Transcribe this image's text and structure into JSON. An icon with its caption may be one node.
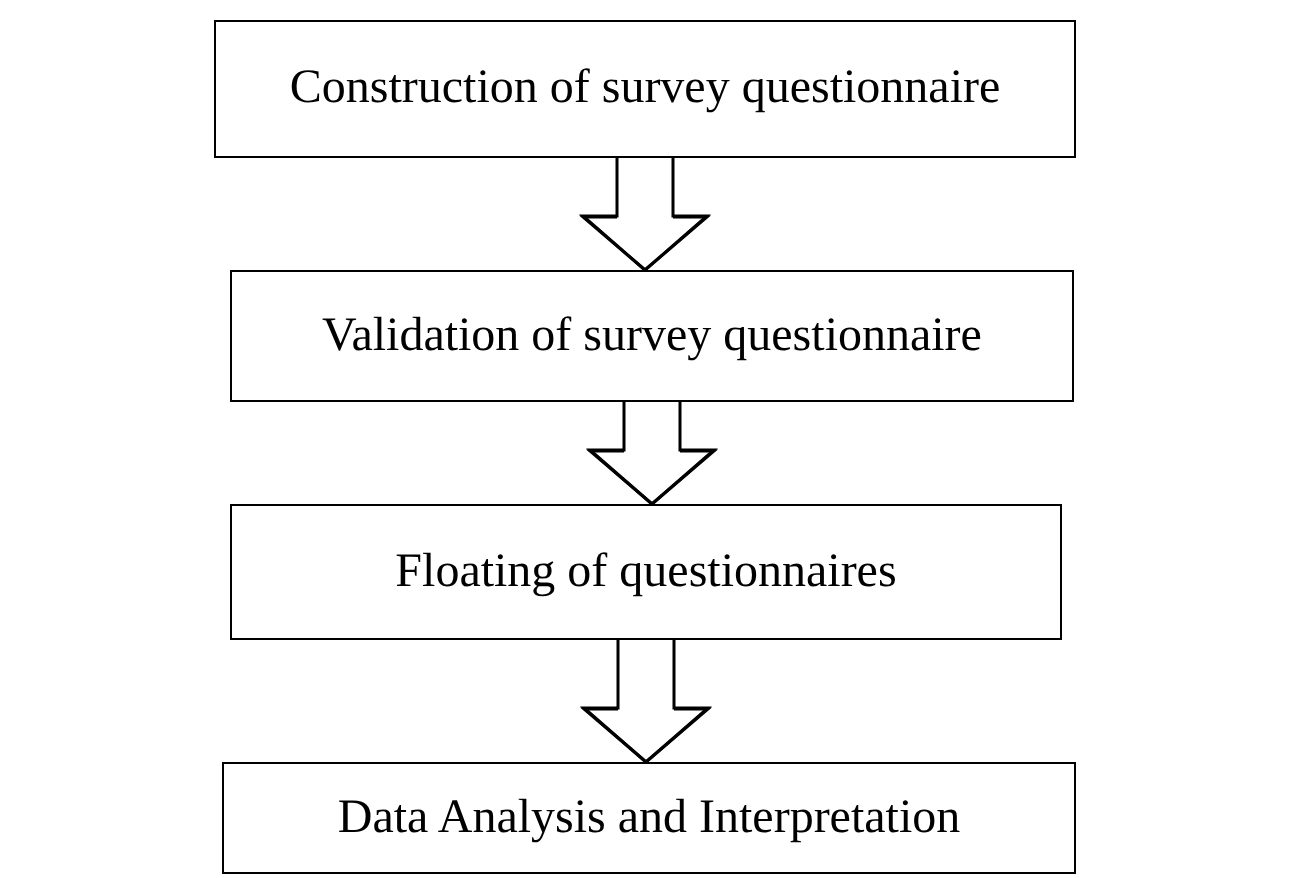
{
  "diagram": {
    "nodes": [
      {
        "text": [
          "Construction of survey questionnaire"
        ]
      },
      {
        "text": [
          "Validation of survey questionnaire"
        ]
      },
      {
        "text": [
          "Floating of questionnaires"
        ]
      },
      {
        "text": [
          "Data Analysis and Interpretation"
        ]
      }
    ],
    "edges": [
      {
        "from": 0,
        "to": 1,
        "arrow": "to"
      },
      {
        "from": 1,
        "to": 2,
        "arrow": "to"
      },
      {
        "from": 2,
        "to": 3,
        "arrow": "to"
      }
    ]
  }
}
